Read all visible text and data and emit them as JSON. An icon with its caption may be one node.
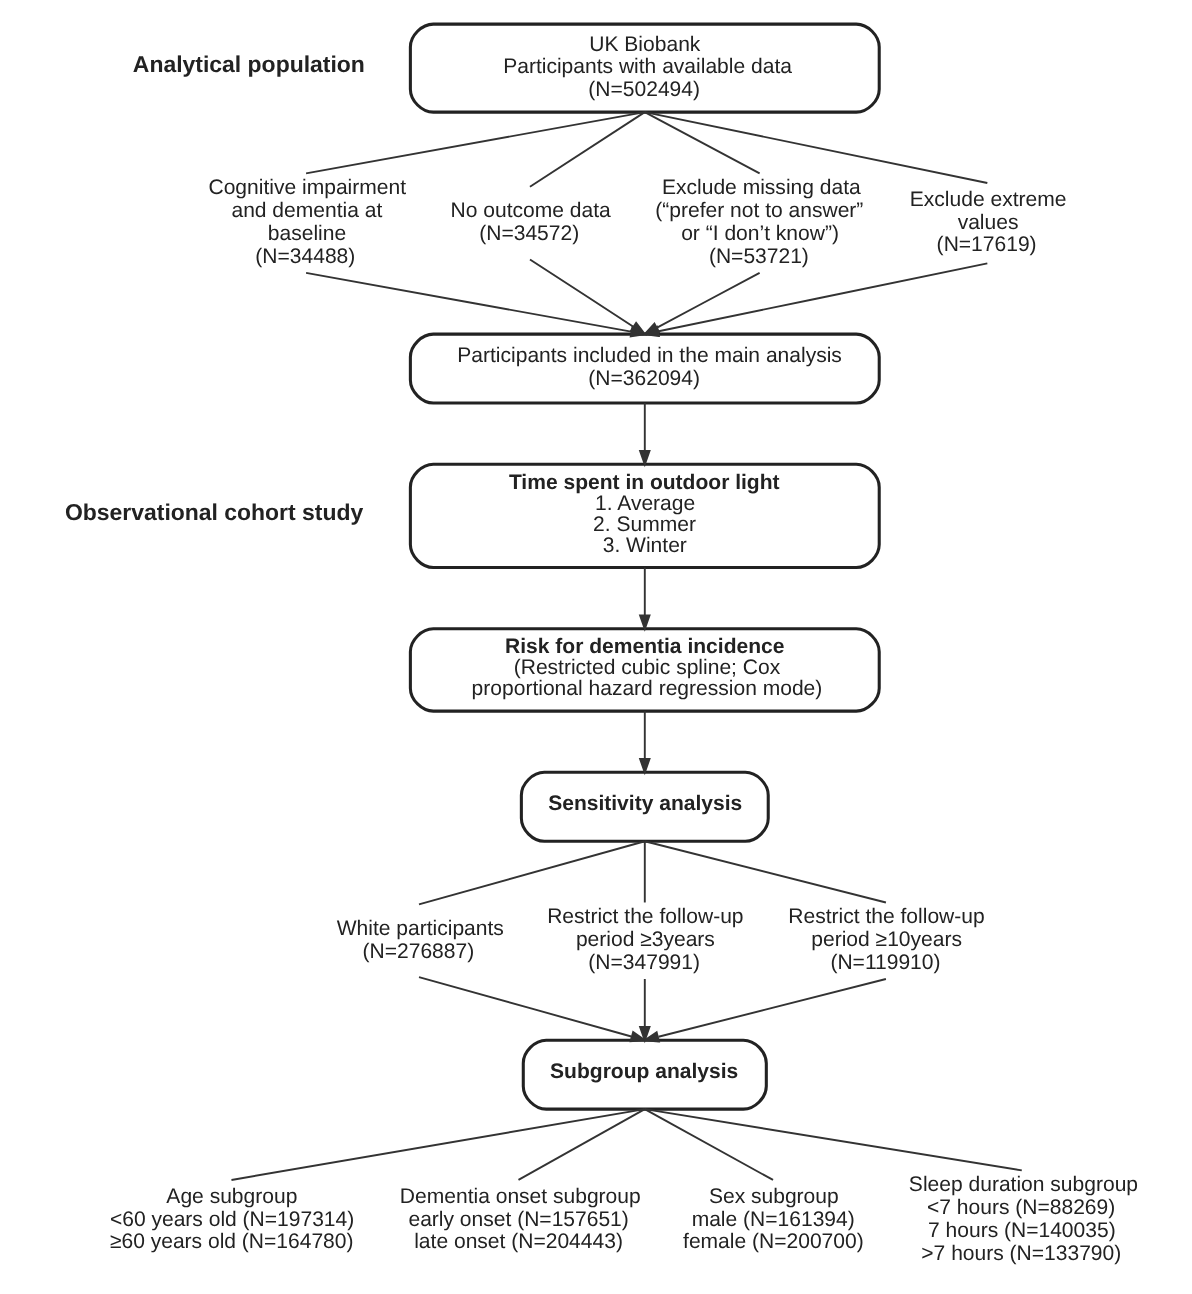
{
  "diagram": {
    "nodes": [
      {
        "text": [
          "UK Biobank",
          "Participants with available data (N=502494)"
        ]
      },
      {
        "text": [
          "Cognitive impairment and dementia at baseline",
          "(N=34488)"
        ]
      },
      {
        "text": [
          "No outcome data",
          "(N=34572)"
        ]
      },
      {
        "text": [
          "Exclude missing data (“prefer not to answer” or “I don’t know”)",
          "(N=53721)"
        ]
      },
      {
        "text": [
          "Exclude extreme values",
          "(N=17619)"
        ]
      },
      {
        "text": [
          "Participants included in the main analysis",
          "(N=362094)"
        ]
      },
      {
        "text": [
          "Time spent in outdoor light",
          "1. Average",
          "2. Summer",
          "3. Winter"
        ]
      },
      {
        "text": [
          "Risk for dementia incidence",
          "(Restricted cubic spline; Cox proportional hazard regression mode)"
        ]
      },
      {
        "text": [
          "Sensitivity analysis"
        ]
      },
      {
        "text": [
          "White participants",
          "(N=276887)"
        ]
      },
      {
        "text": [
          "Restrict the follow-up period ≥3years",
          "(N=347991)"
        ]
      },
      {
        "text": [
          "Restrict the follow-up period ≥10years",
          "(N=119910)"
        ]
      },
      {
        "text": [
          "Subgroup analysis"
        ]
      },
      {
        "text": [
          "Age subgroup",
          "<60 years old (N=197314)",
          "≥60 years old (N=164780)"
        ]
      },
      {
        "text": [
          "Dementia onset subgroup",
          "early onset (N=157651)",
          "late onset (N=204443)"
        ]
      },
      {
        "text": [
          "Sex subgroup",
          "male (N=161394)",
          "female (N=200700)"
        ]
      },
      {
        "text": [
          "Sleep duration subgroup",
          "<7 hours (N=88269)",
          "7 hours (N=140035)",
          ">7 hours (N=133790)"
        ]
      }
    ],
    "edges": [
      {
        "from": 0,
        "to": 1,
        "arrow": "none"
      },
      {
        "from": 0,
        "to": 2,
        "arrow": "none"
      },
      {
        "from": 0,
        "to": 3,
        "arrow": "none"
      },
      {
        "from": 0,
        "to": 4,
        "arrow": "none"
      },
      {
        "from": 1,
        "to": 5,
        "arrow": "to"
      },
      {
        "from": 2,
        "to": 5,
        "arrow": "to"
      },
      {
        "from": 3,
        "to": 5,
        "arrow": "to"
      },
      {
        "from": 4,
        "to": 5,
        "arrow": "to"
      },
      {
        "from": 5,
        "to": 6,
        "arrow": "to"
      },
      {
        "from": 6,
        "to": 7,
        "arrow": "to"
      },
      {
        "from": 7,
        "to": 8,
        "arrow": "to"
      },
      {
        "from": 8,
        "to": 9,
        "arrow": "none"
      },
      {
        "from": 8,
        "to": 10,
        "arrow": "none"
      },
      {
        "from": 8,
        "to": 11,
        "arrow": "none"
      },
      {
        "from": 9,
        "to": 12,
        "arrow": "to"
      },
      {
        "from": 10,
        "to": 12,
        "arrow": "to"
      },
      {
        "from": 11,
        "to": 12,
        "arrow": "to"
      },
      {
        "from": 12,
        "to": 13,
        "arrow": "none"
      },
      {
        "from": 12,
        "to": 14,
        "arrow": "none"
      },
      {
        "from": 12,
        "to": 15,
        "arrow": "none"
      },
      {
        "from": 12,
        "to": 16,
        "arrow": "none"
      }
    ],
    "labels": [
      "Analytical population",
      "Observational cohort study"
    ]
  }
}
